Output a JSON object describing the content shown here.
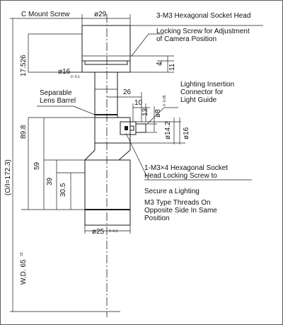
{
  "callouts": {
    "c_mount_screw": "C Mount Screw",
    "m3_head_title": "3-M3 Hexagonal Socket Head",
    "m3_head_line1": "Locking Screw for Adjustment",
    "m3_head_line2": "of Camera Position",
    "lighting_line1": "Lighting Insertion",
    "lighting_line2": "Connector for",
    "lighting_line3": "Light Guide",
    "separable_line1": "Separable",
    "separable_line2": "Lens Barrel",
    "lock_screw_line1": "1-M3×4 Hexagonal Socket",
    "lock_screw_line2": "Head Locking Screw to",
    "secure_line1": "Secure a Lighting",
    "secure_line2": "M3 Type Threads On",
    "secure_line3": "Opposite Side In Same",
    "secure_line4": "Position"
  },
  "dimensions": {
    "top_diameter": "ø29",
    "flange_diameter": "ø16",
    "flange_tol": "0 -0.1",
    "thickness_4": "4",
    "thickness_11": "11",
    "offset_26": "26",
    "offset_10": "10",
    "offset_13": "13",
    "connector_diameter": "ø8",
    "connector_tol": "0 -0.05",
    "body_diameter_14": "ø14.2",
    "body_diameter_16": "ø16",
    "bottom_diameter": "ø25",
    "bottom_tol": "0 -0.1",
    "dim_17526": "17.526",
    "dim_898": "89.8",
    "dim_59": "59",
    "dim_39": "39",
    "dim_305": "30.5",
    "overall_length": "(O/I=172.3)",
    "working_distance": "W.D. 65",
    "wd_tol": "±2"
  }
}
